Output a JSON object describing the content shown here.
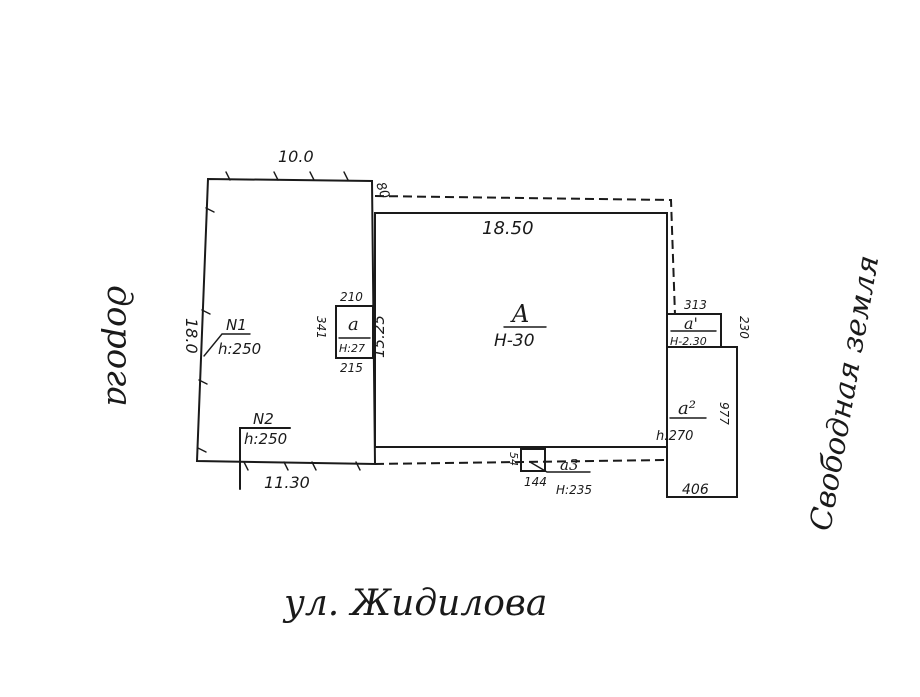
{
  "plot": {
    "top_width": "10.0",
    "left_length": "18.0",
    "bottom_width": "11.30",
    "right_length": "15.25",
    "plot_n1": "N1",
    "plot_n1_height": "h:250",
    "plot_n2": "N2",
    "plot_n2_height": "h:250"
  },
  "house": {
    "label": "A",
    "height": "H-30",
    "length": "18.50",
    "gap": "80"
  },
  "small_a": {
    "label": "a",
    "height": "H:27",
    "width_top": "210",
    "width_bottom": "215",
    "depth": "341"
  },
  "a1": {
    "label": "a'",
    "height": "H-2.30",
    "width": "313",
    "depth": "230"
  },
  "a2": {
    "label": "a²",
    "height": "h:270",
    "depth": "977",
    "width": "406"
  },
  "a3": {
    "label": "a3",
    "height": "H:235",
    "width": "144",
    "depth": "54"
  },
  "streets": {
    "road": "дорога",
    "street": "ул. Жидилова",
    "free_land": "Свободная земля"
  }
}
